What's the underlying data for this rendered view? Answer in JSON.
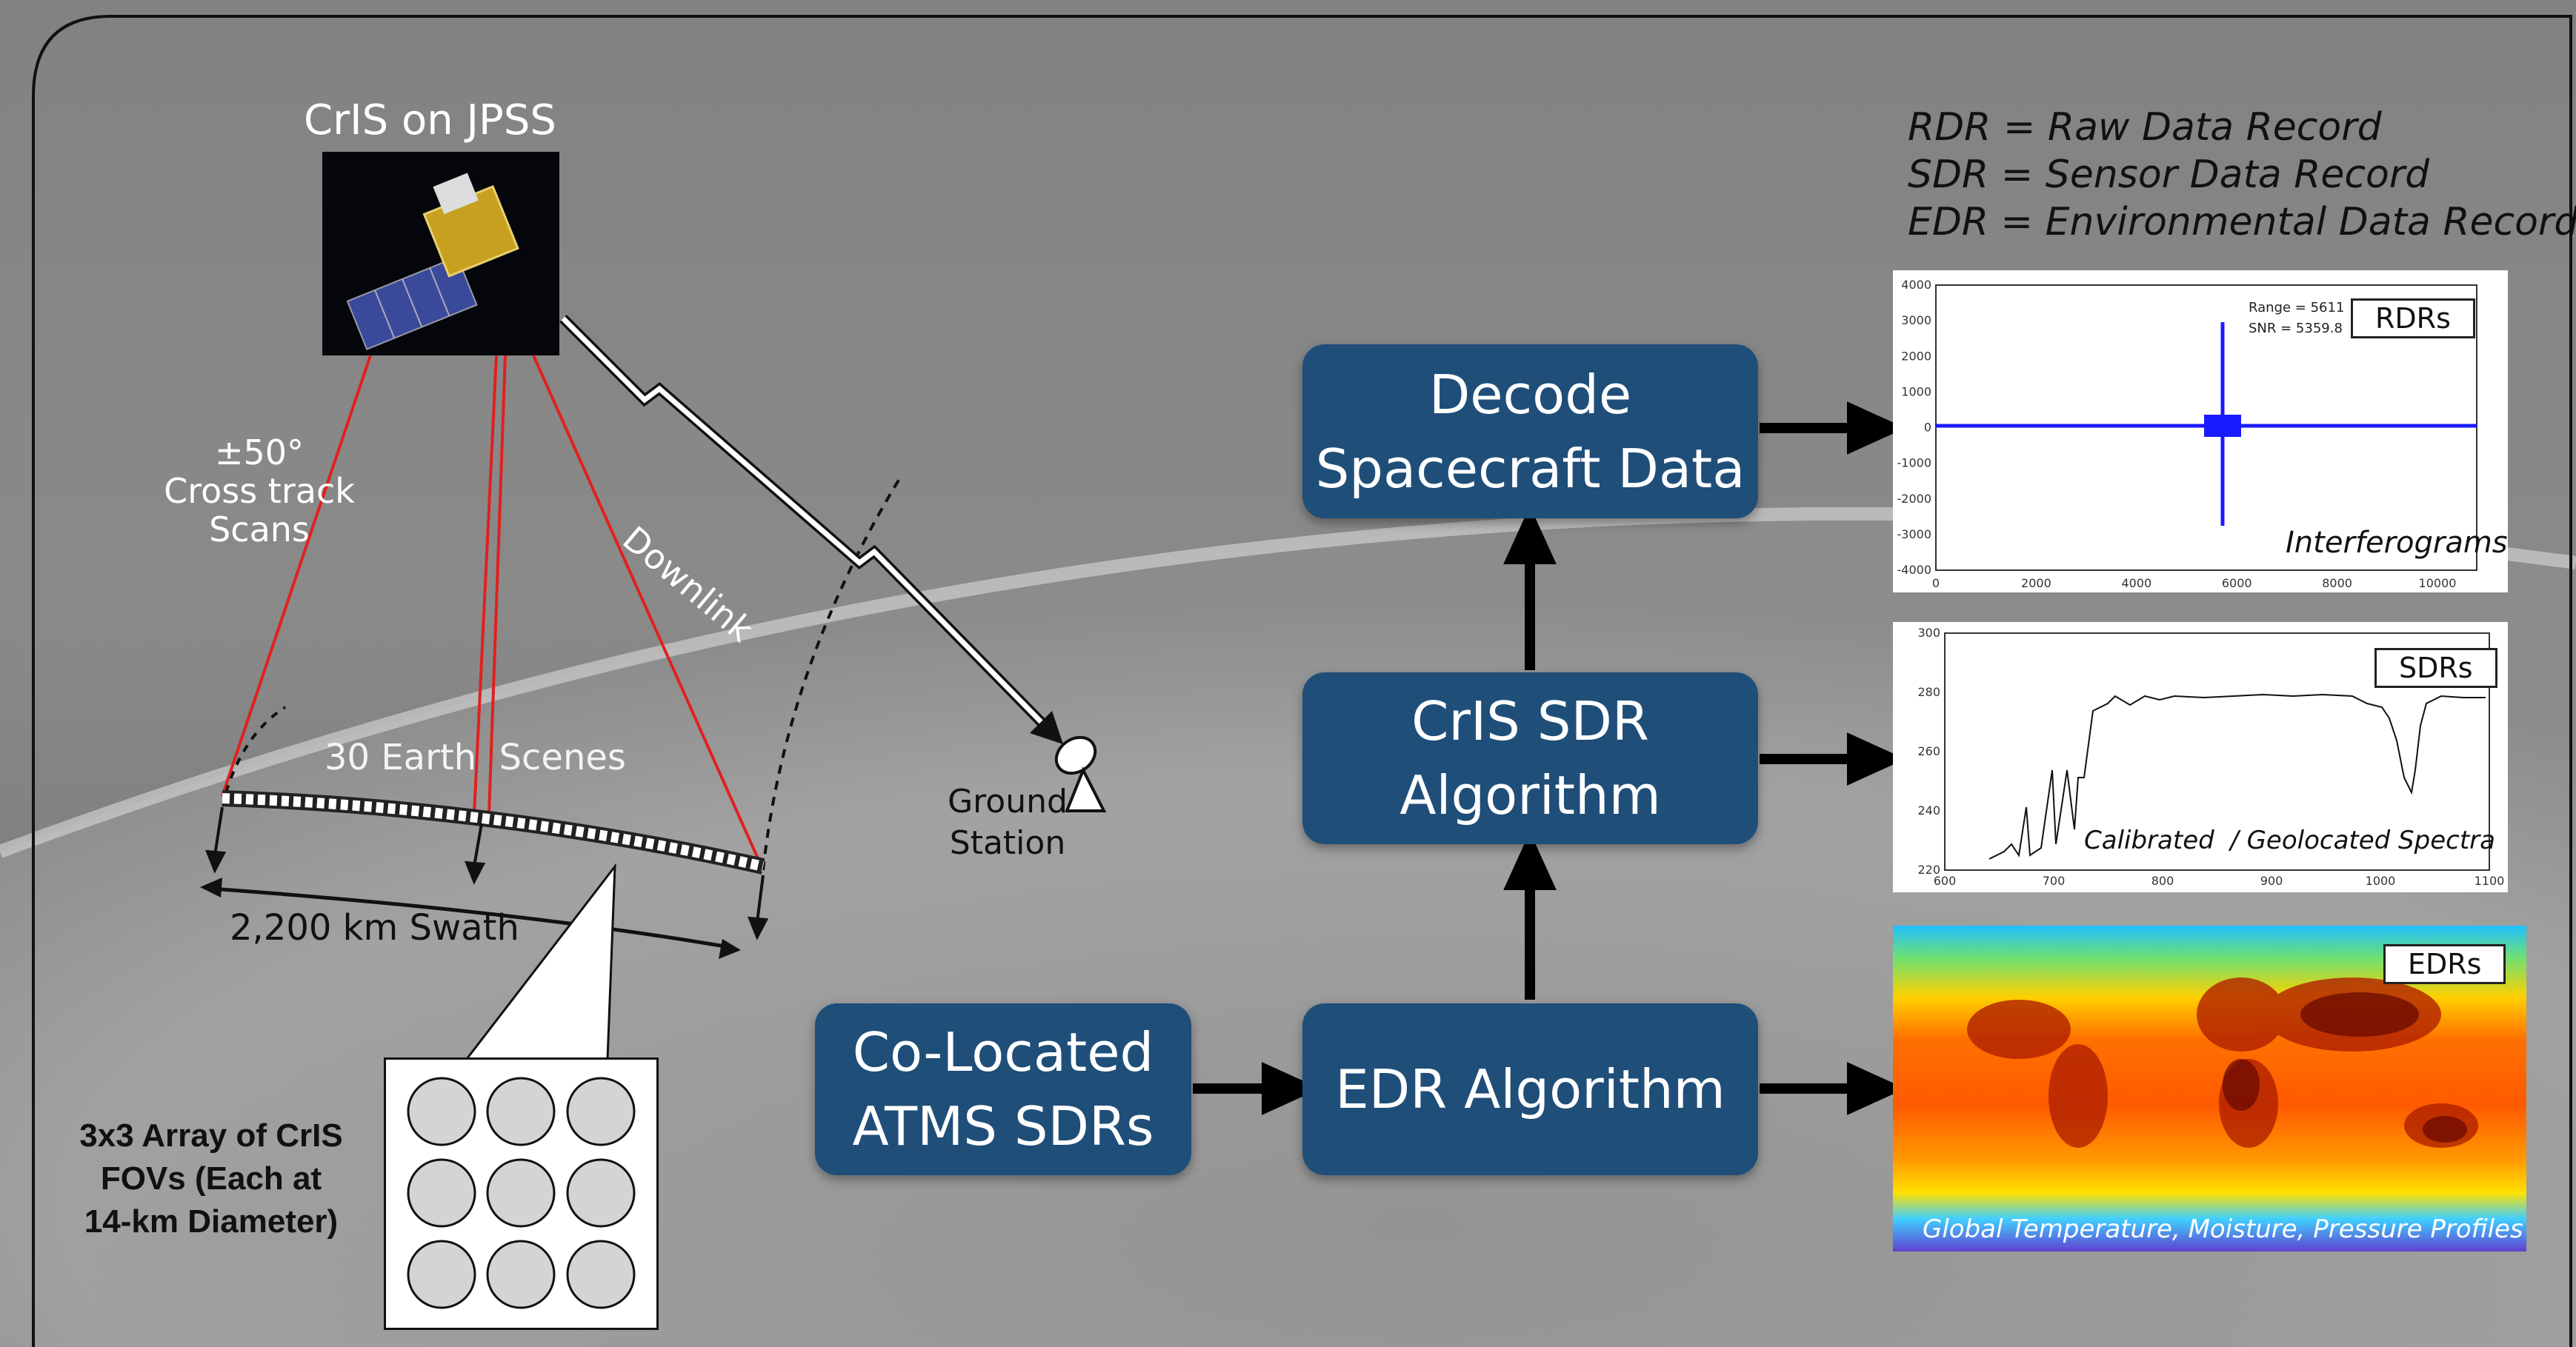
{
  "satellite": {
    "title": "CrIS on JPSS"
  },
  "scan": {
    "angle": "±50°",
    "line1": "Cross track",
    "line2": "Scans"
  },
  "downlink_label": "Downlink",
  "scenes_label": "30 Earth  Scenes",
  "swath_label": "2,200 km Swath",
  "ground_station": {
    "line1": "Ground",
    "line2": "Station"
  },
  "fov_array": {
    "line1": "3x3 Array of CrIS",
    "line2": "FOVs (Each at",
    "line3": "14-km Diameter)"
  },
  "boxes": {
    "decode": {
      "line1": "Decode",
      "line2": "Spacecraft Data"
    },
    "sdr": {
      "line1": "CrIS SDR",
      "line2": "Algorithm"
    },
    "edr": {
      "line1": "EDR Algorithm"
    },
    "atms": {
      "line1": "Co-Located",
      "line2": "ATMS SDRs"
    }
  },
  "legend": {
    "rdr": "RDR = Raw Data Record",
    "sdr": "SDR = Sensor Data Record",
    "edr": "EDR = Environmental Data Record"
  },
  "rdr_panel": {
    "tag": "RDRs",
    "caption": "Interferograms",
    "range_text": "Range = 5611",
    "snr_text": "SNR = 5359.8",
    "y_ticks": [
      "4000",
      "3000",
      "2000",
      "1000",
      "0",
      "-1000",
      "-2000",
      "-3000",
      "-4000"
    ],
    "x_ticks": [
      "0",
      "2000",
      "4000",
      "6000",
      "8000",
      "10000"
    ]
  },
  "sdr_panel": {
    "tag": "SDRs",
    "caption": "Calibrated  / Geolocated Spectra",
    "y_ticks": [
      "300",
      "280",
      "260",
      "240",
      "220"
    ],
    "x_ticks": [
      "600",
      "700",
      "800",
      "900",
      "1000",
      "1100"
    ]
  },
  "edr_panel": {
    "tag": "EDRs",
    "caption": "Global Temperature, Moisture, Pressure Profiles"
  },
  "colors": {
    "box": "#1f4e79",
    "scan_lines": "#e02020",
    "plot_line": "#1a1aff"
  }
}
